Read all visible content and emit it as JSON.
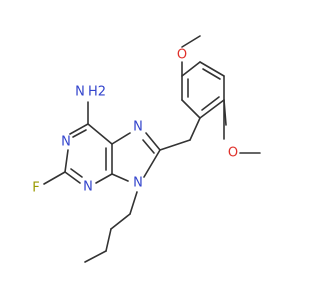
{
  "molecule": {
    "labels": {
      "amine_n": "N",
      "amine_h2": "H2",
      "n1": "N",
      "n3": "N",
      "n7": "N",
      "n9": "N",
      "fluorine": "F",
      "methoxy_top_o": "O",
      "methoxy_right_o": "O"
    },
    "colors": {
      "bond": "#333333",
      "nitrogen": "#3344cc",
      "oxygen": "#e0302a",
      "fluorine": "#999900",
      "background": "#ffffff"
    }
  }
}
